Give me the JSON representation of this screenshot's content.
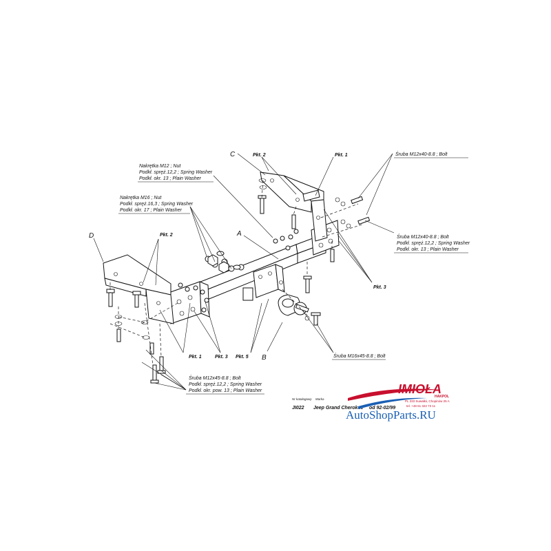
{
  "refs": {
    "A": "A",
    "B": "B",
    "C": "C",
    "D": "D"
  },
  "points": {
    "pkt1": "Pkt. 1",
    "pkt2": "Pkt. 2",
    "pkt3": "Pkt. 3",
    "pkt5": "Pkt. 5"
  },
  "callouts": {
    "nut_m12": [
      "Nakrętka  M12 ; Nut",
      "Podkł. spręż.12,2 ; Spring Washer",
      "Podkł. okr. 13 ; Plain Washer"
    ],
    "nut_m16": [
      "Nakrętka  M16 ; Nut",
      "Podkł. spręż.16,3 ; Spring Washer",
      "Podkł. okr. 17 ; Plain Washer"
    ],
    "bolt_top": [
      "Śruba M12x40-8.8 ;  Bolt"
    ],
    "bolt_right": [
      "Śruba M12x40-8.8 ;  Bolt",
      "Podkł. spręż.12,2 ; Spring Washer",
      "Podkł. okr. 13 ; Plain Washer"
    ],
    "bolt_m16": [
      "Śruba M16x45-8.8 ;  Bolt"
    ],
    "bolt_bottom": [
      "Śruba M12x45-8.8 ;  Bolt",
      "Podkł. spręż.12,2 ; Spring Washer",
      "Podkł. okr. pow. 13 ; Plain Washer"
    ]
  },
  "catalog": {
    "nr_label": "Nr katalogowy",
    "marka_label": "Marka",
    "nr_value": "JI022",
    "marka_value": "Jeep Grand Cherokee",
    "year_value": "od 92-02/99"
  },
  "brand": {
    "name": "IMIOŁA",
    "subname": "HAKPOL",
    "address1": "PL 333 Suwałkii, Chopinów 25 A",
    "address2": "tel. +48 61 322 73 11",
    "color": "#c8102e"
  },
  "watermark": {
    "text": "AutoShopParts.RU",
    "color": "#1a5fb4"
  }
}
